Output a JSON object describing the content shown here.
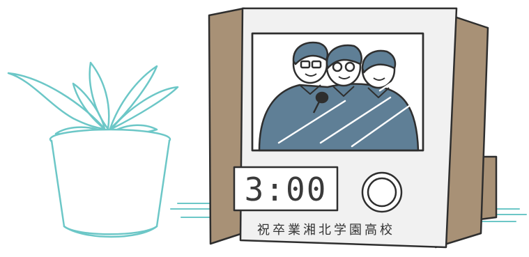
{
  "clock": {
    "time": "3:00",
    "caption": "祝卒業湘北学園高校"
  },
  "colors": {
    "plant_outline": "#6cc7c7",
    "frame_wood": "#a89176",
    "frame_face": "#f1f1f1",
    "photo_blue": "#5f7f96",
    "outline": "#2e2e2e"
  },
  "icons": {
    "plant": "potted-plant-illustration",
    "clock_button": "round-button"
  }
}
